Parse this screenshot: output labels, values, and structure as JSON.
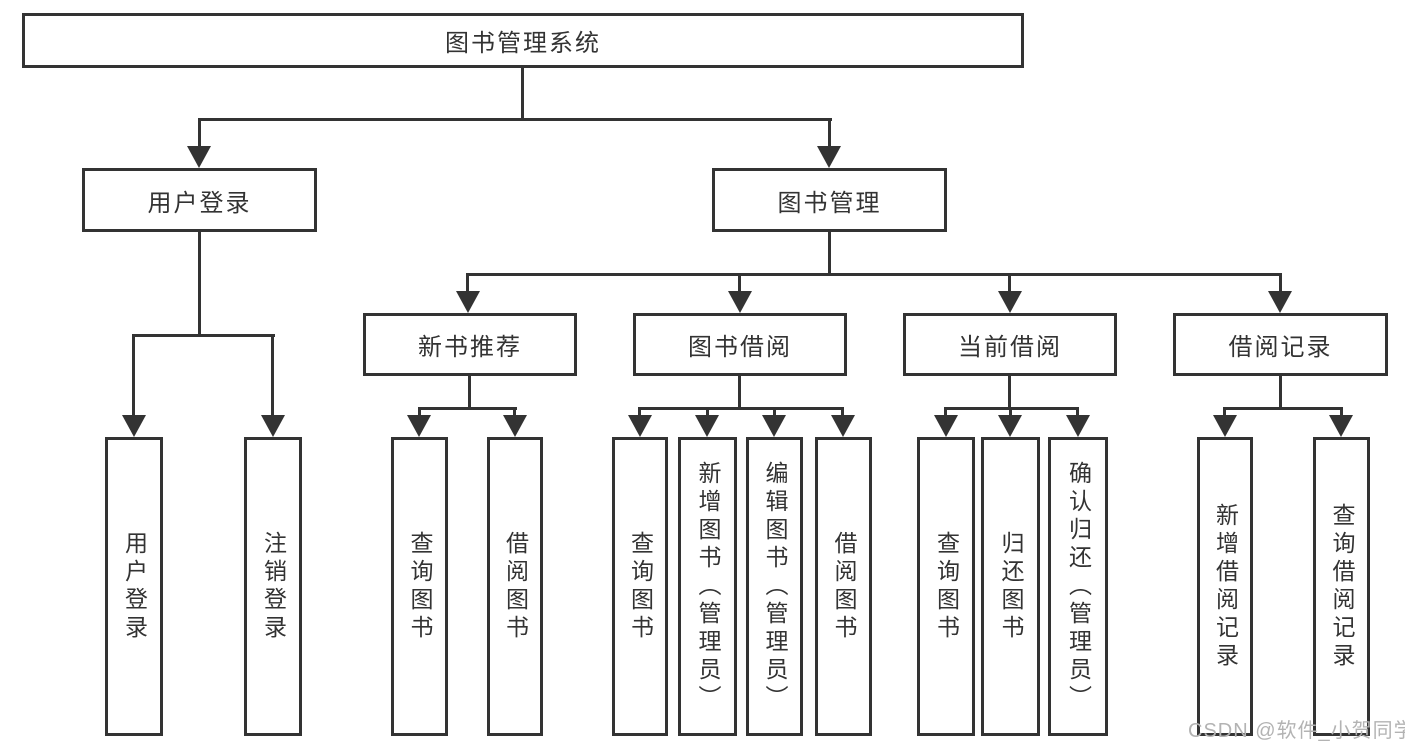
{
  "diagram": {
    "title": "图书管理系统",
    "level2": {
      "user_login": "用户登录",
      "book_management": "图书管理"
    },
    "level3": {
      "new_book_recommend": "新书推荐",
      "book_borrowing": "图书借阅",
      "current_borrowing": "当前借阅",
      "borrowing_records": "借阅记录"
    },
    "leaves": {
      "user": [
        "用户登录",
        "注销登录"
      ],
      "recommend": [
        "查询图书",
        "借阅图书"
      ],
      "borrow": [
        "查询图书",
        "新增图书（管理员）",
        "编辑图书（管理员）",
        "借阅图书"
      ],
      "current": [
        "查询图书",
        "归还图书",
        "确认归还（管理员）"
      ],
      "records": [
        "新增借阅记录",
        "查询借阅记录"
      ]
    },
    "watermark": "CSDN @软件_小贺同学",
    "colors": {
      "line": "#333333",
      "text": "#333333",
      "watermark": "#b3b3b3",
      "background": "#ffffff"
    }
  }
}
